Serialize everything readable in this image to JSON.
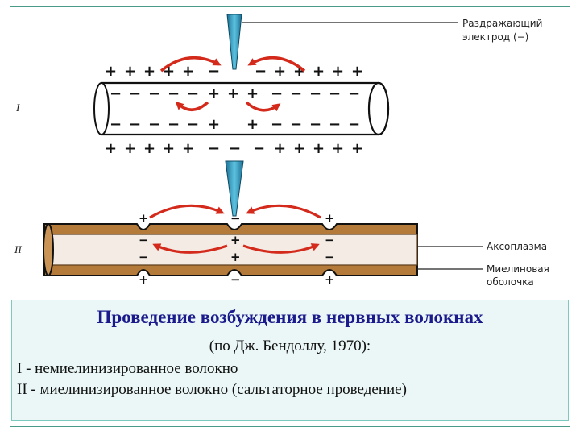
{
  "diagram": {
    "labels": {
      "electrode": "Раздражающий\nэлектрод  (−)",
      "axoplasm": "Аксоплазма",
      "myelin": "Миелиновая\nоболочка",
      "fiber_1": "I",
      "fiber_2": "II"
    },
    "signs": {
      "plus": "+",
      "minus": "−"
    },
    "colors": {
      "arrow": "#d42a1c",
      "electrode": "#3aa6c8",
      "myelin": "#b37a3a",
      "axoplasm": "#f3ebe4"
    }
  },
  "caption": {
    "title": "Проведение возбуждения в нервных волокнах",
    "source": "(по Дж. Бендоллу, 1970):",
    "line1": "I - немиелинизированное волокно",
    "line2": "II - миелинизированное  волокно (сальтаторное проведение)"
  }
}
